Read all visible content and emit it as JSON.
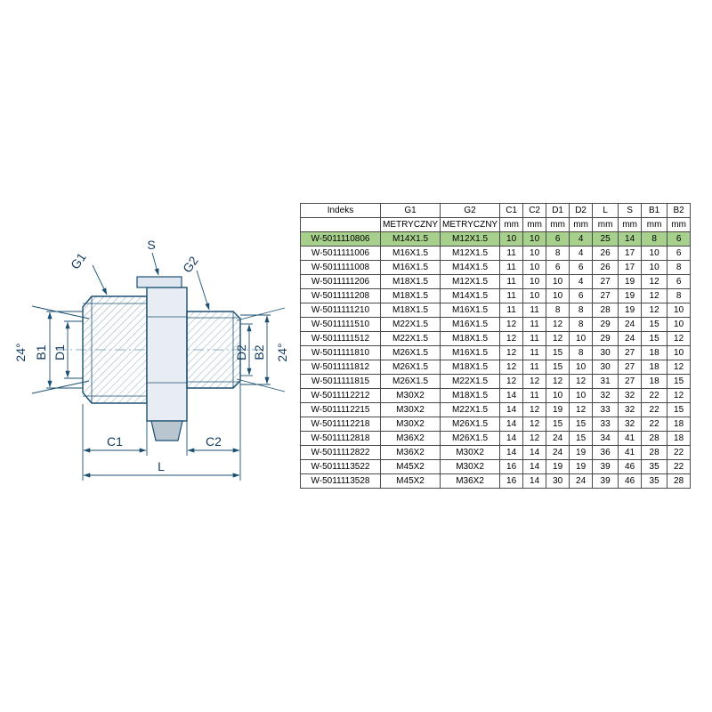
{
  "diagram": {
    "line_color": "#1b4f72",
    "label_color": "#123a5f",
    "labels": {
      "g1": "G1",
      "s": "S",
      "g2": "G2",
      "angle_left": "24°",
      "b1": "B1",
      "d1": "D1",
      "d2": "D2",
      "b2": "B2",
      "angle_right": "24°",
      "c1": "C1",
      "c2": "C2",
      "l": "L"
    }
  },
  "table": {
    "highlight_color": "#a8d08d",
    "highlighted_row_index": 0,
    "columns": [
      "Indeks",
      "G1",
      "G2",
      "C1",
      "C2",
      "D1",
      "D2",
      "L",
      "S",
      "B1",
      "B2"
    ],
    "units_row": [
      "",
      "METRYCZNY",
      "METRYCZNY",
      "mm",
      "mm",
      "mm",
      "mm",
      "mm",
      "mm",
      "mm",
      "mm"
    ],
    "rows": [
      [
        "W-5011110806",
        "M14X1.5",
        "M12X1.5",
        "10",
        "10",
        "6",
        "4",
        "25",
        "14",
        "8",
        "6"
      ],
      [
        "W-5011111006",
        "M16X1.5",
        "M12X1.5",
        "11",
        "10",
        "8",
        "4",
        "26",
        "17",
        "10",
        "6"
      ],
      [
        "W-5011111008",
        "M16X1.5",
        "M14X1.5",
        "11",
        "10",
        "6",
        "6",
        "26",
        "17",
        "10",
        "8"
      ],
      [
        "W-5011111206",
        "M18X1.5",
        "M12X1.5",
        "11",
        "10",
        "10",
        "4",
        "27",
        "19",
        "12",
        "6"
      ],
      [
        "W-5011111208",
        "M18X1.5",
        "M14X1.5",
        "11",
        "10",
        "10",
        "6",
        "27",
        "19",
        "12",
        "8"
      ],
      [
        "W-5011111210",
        "M18X1.5",
        "M16X1.5",
        "11",
        "11",
        "8",
        "8",
        "28",
        "19",
        "12",
        "10"
      ],
      [
        "W-5011111510",
        "M22X1.5",
        "M16X1.5",
        "12",
        "11",
        "12",
        "8",
        "29",
        "24",
        "15",
        "10"
      ],
      [
        "W-5011111512",
        "M22X1.5",
        "M18X1.5",
        "12",
        "11",
        "12",
        "10",
        "29",
        "24",
        "15",
        "12"
      ],
      [
        "W-5011111810",
        "M26X1.5",
        "M16X1.5",
        "12",
        "11",
        "15",
        "8",
        "30",
        "27",
        "18",
        "10"
      ],
      [
        "W-5011111812",
        "M26X1.5",
        "M18X1.5",
        "12",
        "11",
        "15",
        "10",
        "30",
        "27",
        "18",
        "12"
      ],
      [
        "W-5011111815",
        "M26X1.5",
        "M22X1.5",
        "12",
        "12",
        "12",
        "12",
        "31",
        "27",
        "18",
        "15"
      ],
      [
        "W-5011112212",
        "M30X2",
        "M18X1.5",
        "14",
        "11",
        "10",
        "10",
        "32",
        "32",
        "22",
        "12"
      ],
      [
        "W-5011112215",
        "M30X2",
        "M22X1.5",
        "14",
        "12",
        "19",
        "12",
        "33",
        "32",
        "22",
        "15"
      ],
      [
        "W-5011112218",
        "M30X2",
        "M26X1.5",
        "14",
        "12",
        "15",
        "15",
        "33",
        "32",
        "22",
        "18"
      ],
      [
        "W-5011112818",
        "M36X2",
        "M26X1.5",
        "14",
        "12",
        "24",
        "15",
        "34",
        "41",
        "28",
        "18"
      ],
      [
        "W-5011112822",
        "M36X2",
        "M30X2",
        "14",
        "14",
        "24",
        "19",
        "36",
        "41",
        "28",
        "22"
      ],
      [
        "W-5011113522",
        "M45X2",
        "M30X2",
        "16",
        "14",
        "19",
        "19",
        "39",
        "46",
        "35",
        "22"
      ],
      [
        "W-5011113528",
        "M45X2",
        "M36X2",
        "16",
        "14",
        "30",
        "24",
        "39",
        "46",
        "35",
        "28"
      ]
    ]
  }
}
